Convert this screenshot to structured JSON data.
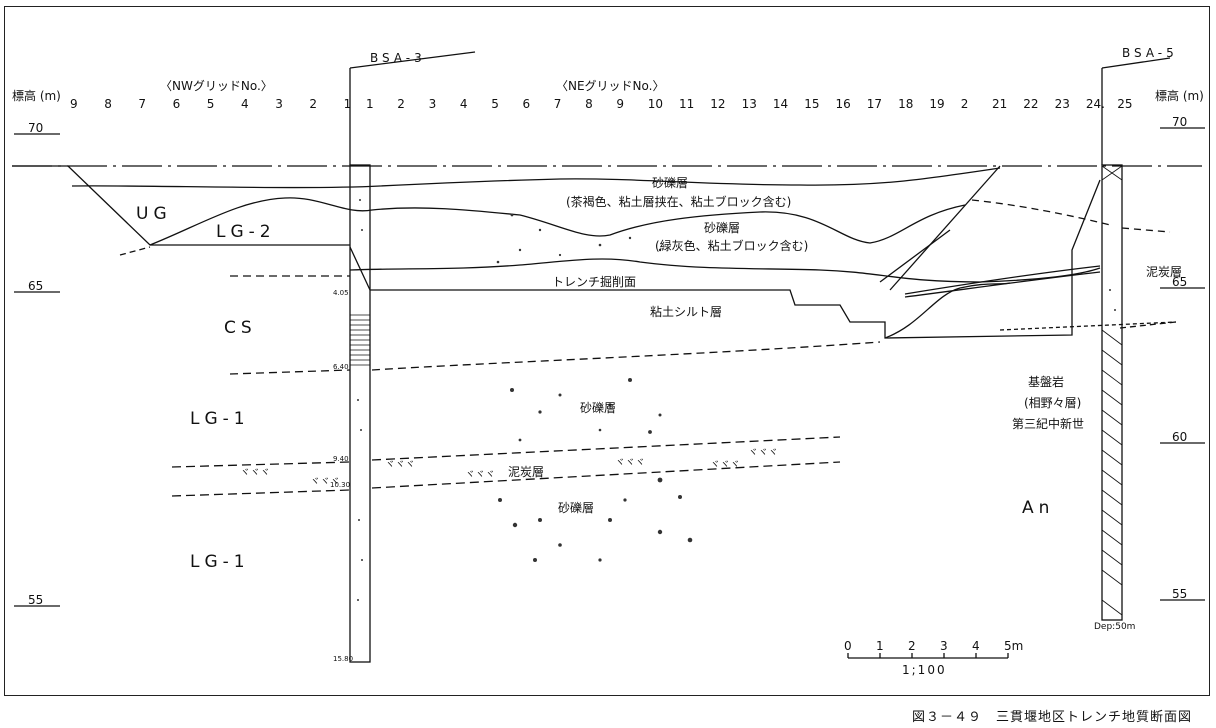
{
  "caption": "図３－４９　三貫堰地区トレンチ地質断面図",
  "elevation_label_left": "標高 (m)",
  "elevation_label_right": "標高 (m)",
  "elev_ticks": {
    "e70": "70",
    "e65": "65",
    "e60": "60",
    "e55": "55"
  },
  "grid_headers": {
    "nw": "〈NWグリッドNo.〉",
    "ne": "〈NEグリッドNo.〉"
  },
  "nw_grid": [
    "9",
    "8",
    "7",
    "6",
    "5",
    "4",
    "3",
    "2",
    "1"
  ],
  "ne_grid": [
    "1",
    "2",
    "3",
    "4",
    "5",
    "6",
    "7",
    "8",
    "9",
    "10",
    "11",
    "12",
    "13",
    "14",
    "15",
    "16",
    "17",
    "18",
    "19",
    "2",
    "21",
    "22",
    "23",
    "24.",
    "25"
  ],
  "boreholes": {
    "bsa3": "BSA-3",
    "bsa5": "BSA-5",
    "bsa5_depth": "Dep:50m"
  },
  "units": {
    "ug": "UG",
    "lg2": "LG-2",
    "cs": "CS",
    "lg1_upper": "LG-1",
    "lg1_lower": "LG-1",
    "an": "An"
  },
  "annotations": {
    "gravel_top": "砂礫層",
    "gravel_top_note": "(茶褐色、粘土層挟在、粘土ブロック含む)",
    "gravel_mid": "砂礫層",
    "gravel_mid_note": "(緑灰色、粘土ブロック含む)",
    "trench_surface": "トレンチ掘削面",
    "clay_silt": "粘土シルト層",
    "peat_right": "泥炭層",
    "gravel_lg1": "砂礫層",
    "peat_lg1": "泥炭層",
    "gravel_lower": "砂礫層",
    "bedrock_1": "基盤岩",
    "bedrock_2": "(相野々層)",
    "bedrock_3": "第三紀中新世"
  },
  "scale": {
    "ticks": [
      "0",
      "1",
      "2",
      "3",
      "4",
      "5m"
    ],
    "ratio": "1;100"
  },
  "depth_marks": {
    "d1": "4.05",
    "d2": "6.40",
    "d3": "9.40",
    "d4": "10.30",
    "d5": "15.80"
  }
}
